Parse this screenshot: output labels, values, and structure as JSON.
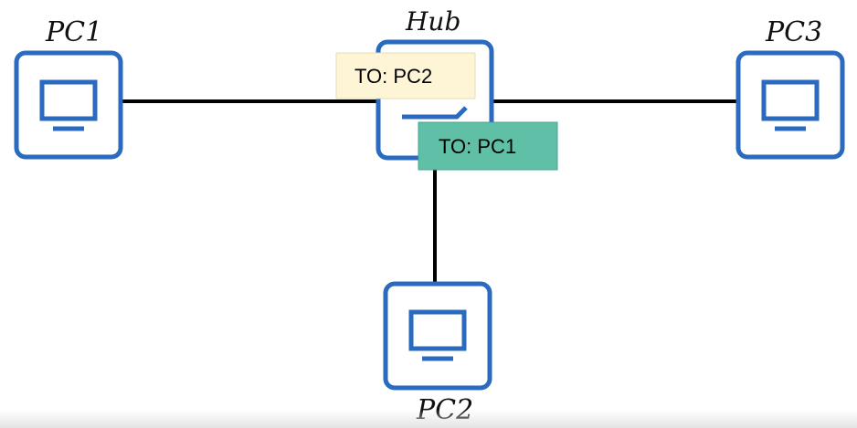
{
  "devices": {
    "pc1": {
      "label": "PC1"
    },
    "pc2": {
      "label": "PC2"
    },
    "pc3": {
      "label": "PC3"
    },
    "hub": {
      "label": "Hub"
    }
  },
  "frames": {
    "to_pc2": {
      "label": "TO: PC2",
      "color": "#fdf5d6"
    },
    "to_pc1": {
      "label": "TO: PC1",
      "color": "#5fbfa7"
    }
  },
  "colors": {
    "device_border": "#2b6bbf",
    "link": "#000000"
  }
}
